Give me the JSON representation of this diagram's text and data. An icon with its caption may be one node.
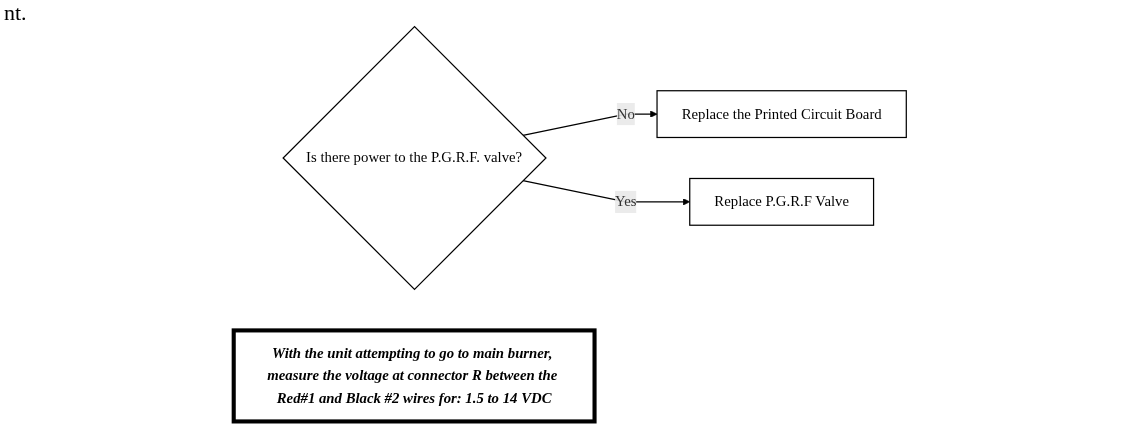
{
  "diagram": {
    "nodes": [
      {
        "text": [
          "Is there power to the P.G.R.F. valve?"
        ]
      },
      {
        "text": [
          "Replace the Printed Circuit Board"
        ]
      },
      {
        "text": [
          "With the unit attempting to go to main burner, measure the voltage at connector R between the Red#1 and Black #2 wires for: 1.5 to 14 VDC"
        ]
      },
      {
        "text": [
          "Replace P.G.R.F Valve"
        ]
      }
    ],
    "edges": [
      {
        "from": 0,
        "to": 1,
        "arrow": "to",
        "label": "No"
      },
      {
        "from": 0,
        "to": 3,
        "arrow": "to",
        "label": "Yes"
      }
    ],
    "labels": [
      "nt."
    ]
  }
}
